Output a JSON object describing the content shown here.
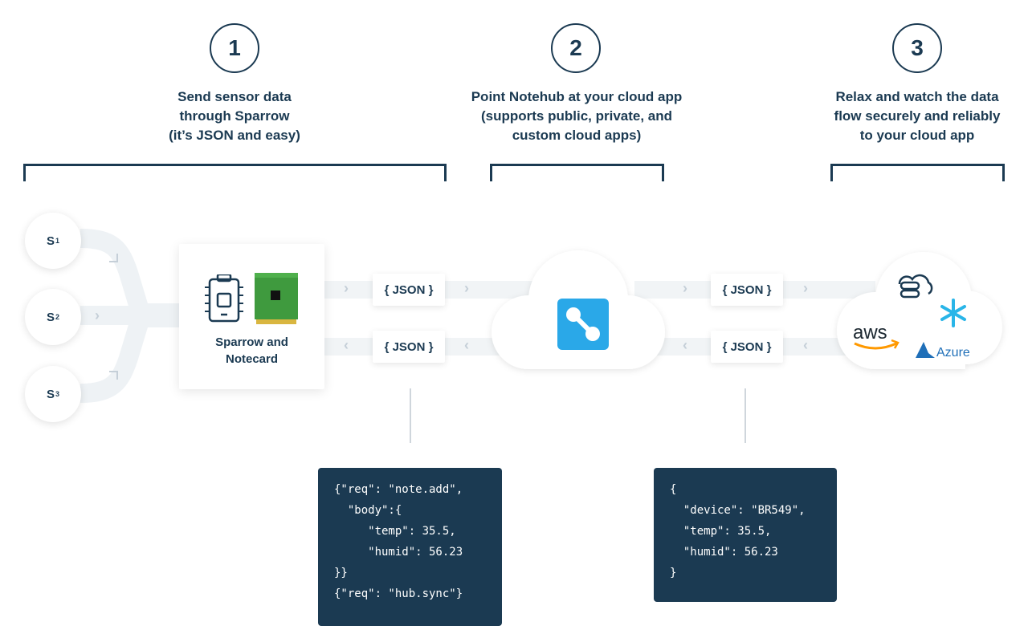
{
  "steps": [
    {
      "number": "1",
      "lines": [
        "Send sensor data",
        "through Sparrow",
        "(it’s JSON and easy)"
      ]
    },
    {
      "number": "2",
      "lines": [
        "Point Notehub at your cloud app",
        "(supports public, private, and",
        "custom cloud apps)"
      ]
    },
    {
      "number": "3",
      "lines": [
        "Relax and watch the data",
        "flow securely and reliably",
        "to your cloud app"
      ]
    }
  ],
  "sensors": [
    {
      "label": "S",
      "sup": "1"
    },
    {
      "label": "S",
      "sup": "2"
    },
    {
      "label": "S",
      "sup": "3"
    }
  ],
  "device": {
    "label_line1": "Sparrow and",
    "label_line2": "Notecard"
  },
  "json_chip": "{ JSON }",
  "cloud_logos": {
    "aws": "aws",
    "azure": "Azure"
  },
  "code_left": [
    "{\"req\": \"note.add\",",
    "  \"body\":{",
    "     \"temp\": 35.5,",
    "     \"humid\": 56.23",
    "}}",
    "{\"req\": \"hub.sync\"}"
  ],
  "code_right": [
    "{",
    "  \"device\": \"BR549\",",
    "  \"temp\": 35.5,",
    "  \"humid\": 56.23",
    "}"
  ],
  "colors": {
    "navy": "#1b3a52",
    "notehub_blue": "#2aa8e8",
    "aws_orange": "#ff9900",
    "azure_blue": "#1f6fb8",
    "snowflake": "#29b5e8",
    "board_green": "#3f9a3e"
  }
}
